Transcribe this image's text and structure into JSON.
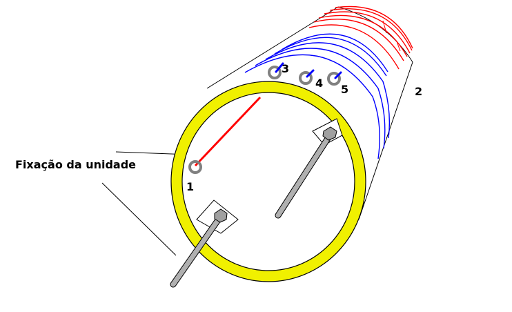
{
  "diagram": {
    "labels": {
      "fixation": "Fixação da unidade",
      "n1": "1",
      "n2": "2",
      "n3": "3",
      "n4": "4",
      "n5": "5"
    },
    "colors": {
      "ring": "#f0f000",
      "ring_outline": "#000000",
      "coil_red": "#ff0000",
      "coil_blue": "#0000ff",
      "rod": "#a0a0a0",
      "terminal": "#808080"
    }
  }
}
